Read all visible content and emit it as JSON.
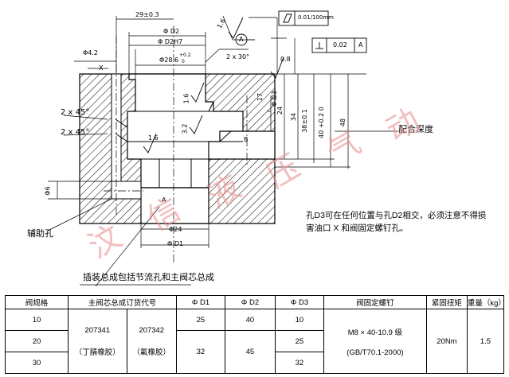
{
  "watermark": [
    "汶",
    "信",
    "液",
    "压",
    "气",
    "动"
  ],
  "labels": {
    "dim_29": "29±0.3",
    "phi_d2_top": "Φ D2",
    "phi_d2_h7": "Φ D2H7",
    "phi_28_6": "Φ28.6",
    "phi_28_6_tol_upper": "+0.2",
    "phi_28_6_tol_lower": "0",
    "phi_4_2": "Φ4.2",
    "x_mark": "X",
    "chamfer_2x30": "2 x 30°",
    "roughness_1_6_top": "1.6",
    "datum_a": "A",
    "flatness_value": "0.01/100mm",
    "perp_value": "0.02",
    "perp_datum": "A",
    "roughness_0_8": "0.8",
    "chamfer_2x45_a": "2 x 45°",
    "chamfer_2x45_b": "2 x 45°",
    "roughness_1_6_mid": "1.6",
    "roughness_1_6_low": "1.6",
    "roughness_3_2": "3.2",
    "dim_17": "17",
    "phi_d3": "Φ D3",
    "dim_24": "24",
    "dim_34": "34",
    "dim_38": "38±0.1",
    "dim_40": "40 +0.2 0",
    "dim_48": "48",
    "port_b": "B",
    "port_a": "A",
    "phi_6": "Φ6",
    "phi_24": "Φ24",
    "phi_d1": "Φ D1",
    "depth_note": "配合深度",
    "hole_note_1": "孔D3可在任何位置与孔D2相交，必须注意不得损",
    "hole_note_2": "害油口 X 和阀固定螺钉孔。",
    "aux_hole": "辅助孔",
    "assembly_note": "插装总成包括节流孔和主阀芯总成"
  },
  "table": {
    "headers": [
      "阀规格",
      "主阀芯总成订货代号",
      "Φ D1",
      "Φ D2",
      "Φ D3",
      "阀固定螺钉",
      "紧固扭矩",
      "重量（kg）"
    ],
    "sizes": [
      "10",
      "20",
      "30"
    ],
    "code_1": "207341",
    "code_1_note": "（丁腈橡胶）",
    "code_2": "207342",
    "code_2_note": "（氟橡胶）",
    "d1": [
      "25",
      "32"
    ],
    "d2": [
      "40",
      "45"
    ],
    "d3": [
      "10",
      "25",
      "32"
    ],
    "screw_1": "M8 × 40-10.9 级",
    "screw_2": "(GB/T70.1-2000)",
    "torque": "20Nm",
    "weight": "1.5"
  }
}
